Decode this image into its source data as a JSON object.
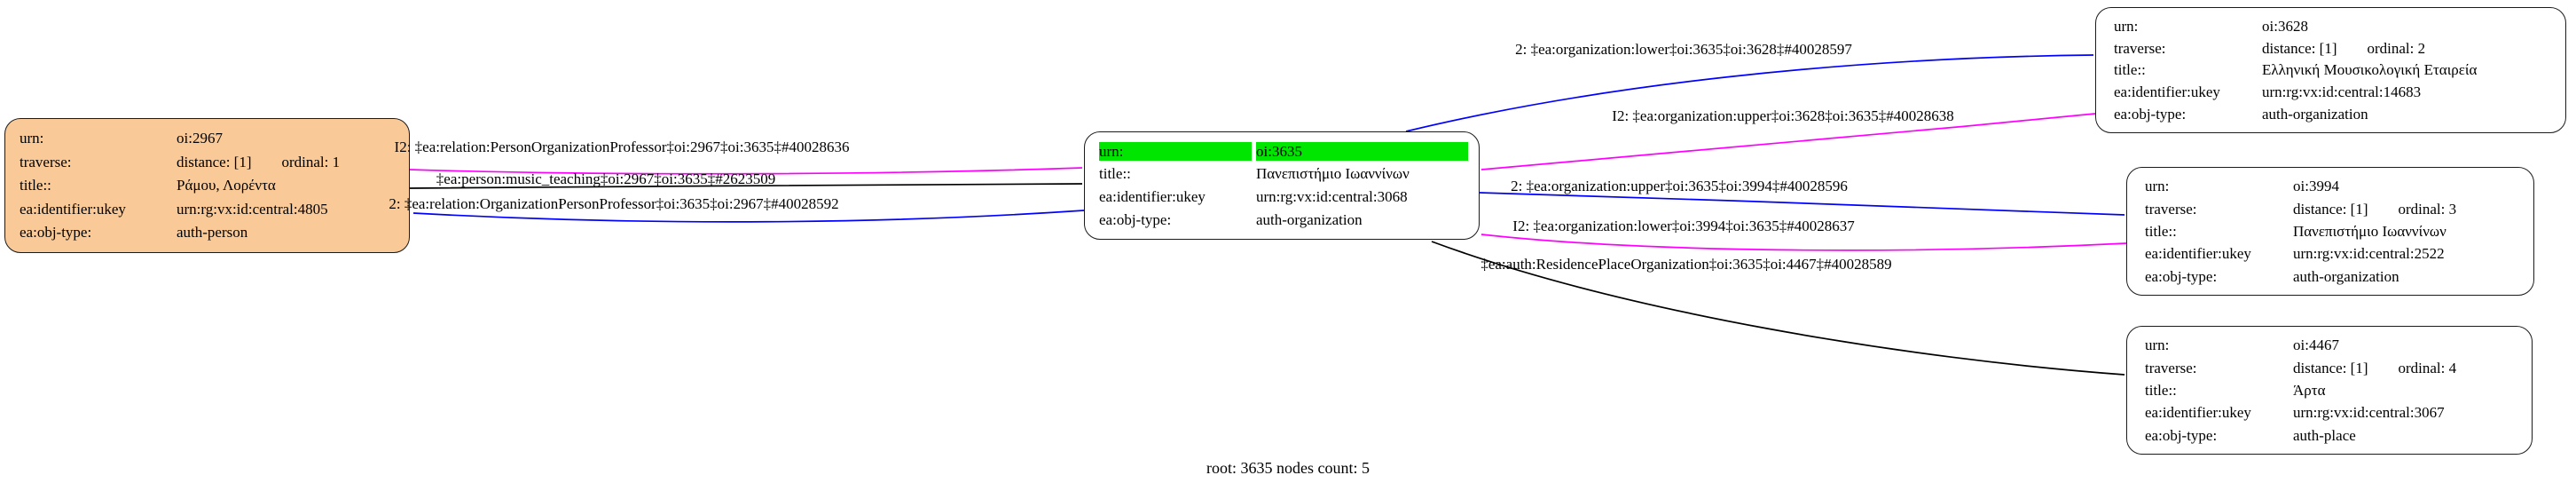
{
  "graph": {
    "footer": "root: 3635 nodes count: 5",
    "colors": {
      "outgoing_edge": "#0000ff",
      "inverse_edge": "#ff00ff",
      "plain_edge": "#000000",
      "person_node_fill": "#f9c998",
      "root_highlight": "#00e600",
      "node_border": "#1b1b1b"
    },
    "nodes": {
      "person": {
        "id": "oi:2967",
        "rows": [
          {
            "key": "urn:",
            "value": "oi:2967"
          },
          {
            "key": "traverse:",
            "value": "distance: [1]",
            "value2": "ordinal: 1"
          },
          {
            "key": "title::",
            "value": "Ράμου, Λορέντα"
          },
          {
            "key": "ea:identifier:ukey",
            "value": "urn:rg:vx:id:central:4805"
          },
          {
            "key": "ea:obj-type:",
            "value": "auth-person"
          }
        ]
      },
      "root": {
        "id": "oi:3635",
        "rows": [
          {
            "key": "urn:",
            "value": "oi:3635"
          },
          {
            "key": "title::",
            "value": "Πανεπιστήμιο Ιωαννίνων"
          },
          {
            "key": "ea:identifier:ukey",
            "value": "urn:rg:vx:id:central:3068"
          },
          {
            "key": "ea:obj-type:",
            "value": "auth-organization"
          }
        ]
      },
      "org3628": {
        "id": "oi:3628",
        "rows": [
          {
            "key": "urn:",
            "value": "oi:3628"
          },
          {
            "key": "traverse:",
            "value": "distance: [1]",
            "value2": "ordinal: 2"
          },
          {
            "key": "title::",
            "value": "Ελληνική Μουσικολογική Εταιρεία"
          },
          {
            "key": "ea:identifier:ukey",
            "value": "urn:rg:vx:id:central:14683"
          },
          {
            "key": "ea:obj-type:",
            "value": "auth-organization"
          }
        ]
      },
      "org3994": {
        "id": "oi:3994",
        "rows": [
          {
            "key": "urn:",
            "value": "oi:3994"
          },
          {
            "key": "traverse:",
            "value": "distance: [1]",
            "value2": "ordinal: 3"
          },
          {
            "key": "title::",
            "value": "Πανεπιστήμιο Ιωαννίνων"
          },
          {
            "key": "ea:identifier:ukey",
            "value": "urn:rg:vx:id:central:2522"
          },
          {
            "key": "ea:obj-type:",
            "value": "auth-organization"
          }
        ]
      },
      "place4467": {
        "id": "oi:4467",
        "rows": [
          {
            "key": "urn:",
            "value": "oi:4467"
          },
          {
            "key": "traverse:",
            "value": "distance: [1]",
            "value2": "ordinal: 4"
          },
          {
            "key": "title::",
            "value": "Άρτα"
          },
          {
            "key": "ea:identifier:ukey",
            "value": "urn:rg:vx:id:central:3067"
          },
          {
            "key": "ea:obj-type:",
            "value": "auth-place"
          }
        ]
      }
    },
    "edges": [
      {
        "label": "I2: ‡ea:relation:PersonOrganizationProfessor‡oi:2967‡oi:3635‡#40028636",
        "color": "#ff00ff",
        "from": "oi:2967",
        "to": "oi:3635"
      },
      {
        "label": "‡ea:person:music_teaching‡oi:2967‡oi:3635‡#2623509",
        "color": "#000000",
        "from": "oi:2967",
        "to": "oi:3635"
      },
      {
        "label": "2: ‡ea:relation:OrganizationPersonProfessor‡oi:3635‡oi:2967‡#40028592",
        "color": "#0000ff",
        "from": "oi:3635",
        "to": "oi:2967"
      },
      {
        "label": "2: ‡ea:organization:lower‡oi:3635‡oi:3628‡#40028597",
        "color": "#0000ff",
        "from": "oi:3635",
        "to": "oi:3628"
      },
      {
        "label": "I2: ‡ea:organization:upper‡oi:3628‡oi:3635‡#40028638",
        "color": "#ff00ff",
        "from": "oi:3628",
        "to": "oi:3635"
      },
      {
        "label": "2: ‡ea:organization:upper‡oi:3635‡oi:3994‡#40028596",
        "color": "#0000ff",
        "from": "oi:3635",
        "to": "oi:3994"
      },
      {
        "label": "I2: ‡ea:organization:lower‡oi:3994‡oi:3635‡#40028637",
        "color": "#ff00ff",
        "from": "oi:3994",
        "to": "oi:3635"
      },
      {
        "label": "‡ea:auth:ResidencePlaceOrganization‡oi:3635‡oi:4467‡#40028589",
        "color": "#000000",
        "from": "oi:3635",
        "to": "oi:4467"
      }
    ]
  }
}
